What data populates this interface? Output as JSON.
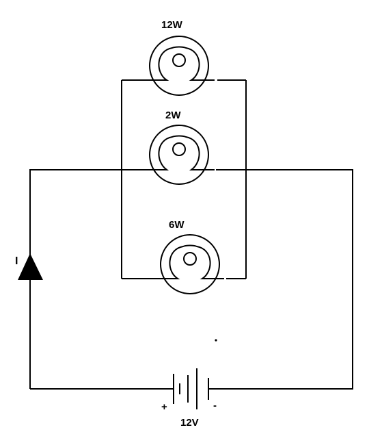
{
  "diagram": {
    "lamps": [
      {
        "id": "top",
        "label": "12W"
      },
      {
        "id": "middle",
        "label": "2W"
      },
      {
        "id": "bottom",
        "label": "6W"
      }
    ],
    "battery": {
      "voltage_label": "12V",
      "positive_label": "+",
      "negative_label": "-"
    },
    "current_label": "I",
    "colors": {
      "wire": "#000000",
      "background": "#ffffff"
    },
    "icons": {
      "lamp": "lamp-icon",
      "battery": "battery-icon",
      "current_arrow": "arrow-up-icon"
    }
  }
}
